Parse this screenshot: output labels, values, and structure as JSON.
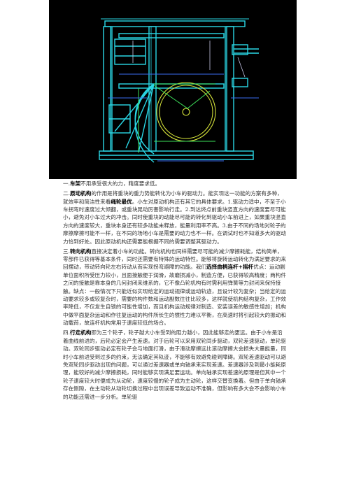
{
  "paragraphs": [
    {
      "prefix": "一.",
      "keyword": "车架",
      "rest": "不用承受很大的力，精度要求低。"
    },
    {
      "prefix": "二.",
      "keyword": "原动机构",
      "rest": "的作用是将重块的重力势能转化为小车的驱动力。能实现这一功能的方案有多种，就效率和简洁性来看",
      "keyword2": "绳轮最优",
      "rest2": "。小车对原动机构还有其它的具体要求。1.驱动力适中，不至于小车拐弯时速度过大倾翻，或重块晃动厉害影响行走。2.到达终点前重块竖直方向的速度要尽可能小，避免对小车过大的冲击。同时使重块的动能尽可能的转化到驱动小车前进上，如果重块竖直方向的速度较大，重块本身还有较多动能未释放，能量利用率不高。3.由于不同的场地对轮子的摩擦摩擦可能不一样，在不同的场地小车是需要的动力也不一样。在调试时也不知道多大的驱动力恰到好处。因此原动机构还需要能根据不同的需要调整其驱动力。"
    },
    {
      "prefix": "三.",
      "keyword": "转向机构",
      "rest": "直接决定着小车的功能。转向机构也同样需要尽可能的减少摩擦耗能，结构简单，零部件已获得等基本条件，同时还需要有特殊的运动特性。能够将旋转运动转化为满足要求的来回摆动，带动转向轮左右转动从而实现拐弯避障的功能。我们",
      "keyword2": "选择曲柄连杆+摇杆",
      "rest2": "优点：运动副单位面积所受压力较小，且面接触便于润滑，故磨损减小，制造方便，已获得较高精度；两构件之间的接触是靠本身的几何封闭来维系的，它不像凸轮机构有时需利用弹簧等力封闭来保持接触。缺点：一般情况下只能近似实现给定的运动规律或运动轨迹，且设计较为复杂；当给定的运动要求较多或较复杂时，需要的构件数和运动副数往往比较多，这样就使机构结构复杂，工作效率降低，不仅发生自锁的可能性增加，而且机构运动规律对制造、安装误差的敏感性增加；机构中做平面复杂运动和作往复运动的构件所长生的惯性力难以平衡，在高速时将引起较大的振动和动载荷，故连杆机构常用于速度较低的场合。"
    },
    {
      "prefix": "四.",
      "keyword": "行走机构",
      "rest": "即为三个轮子，轮子越大小车受到的阻力越小，因此能够走的更远。由于小车是沿着曲线前进的，后轮必定会产生差速。对于后轮可以采用双轮同步驱动，双轮差速驱动，单轮驱动。双轮同步驱动必定有轮子会与地面打滑，由于滑动摩擦远比滚动摩擦大会损失大量能量，同时小车前进受到过多的约束，无法确定其轨迹，不能够有效避免碰到障碍。双轮差速驱动可以避免双轮同步驱动出现的问题，可以通过差速器或单向轴承来实现差速。差速器涉及到最小能耗原理，能较好的减少摩擦损耗，同时能够实现满足要运动。单向轴承实现差速的原理是但其中一个轮子速度较大时便成为从动轮，速度较慢的轮子成为主动轮，这样交替变换着。但由于单向轴承存在侧隙，在主动轮从动轮切换过程中出现误差导致运动不准确，但影响有多大会不会影响小车的功能还需进一步分析。单轮驱"
    }
  ]
}
